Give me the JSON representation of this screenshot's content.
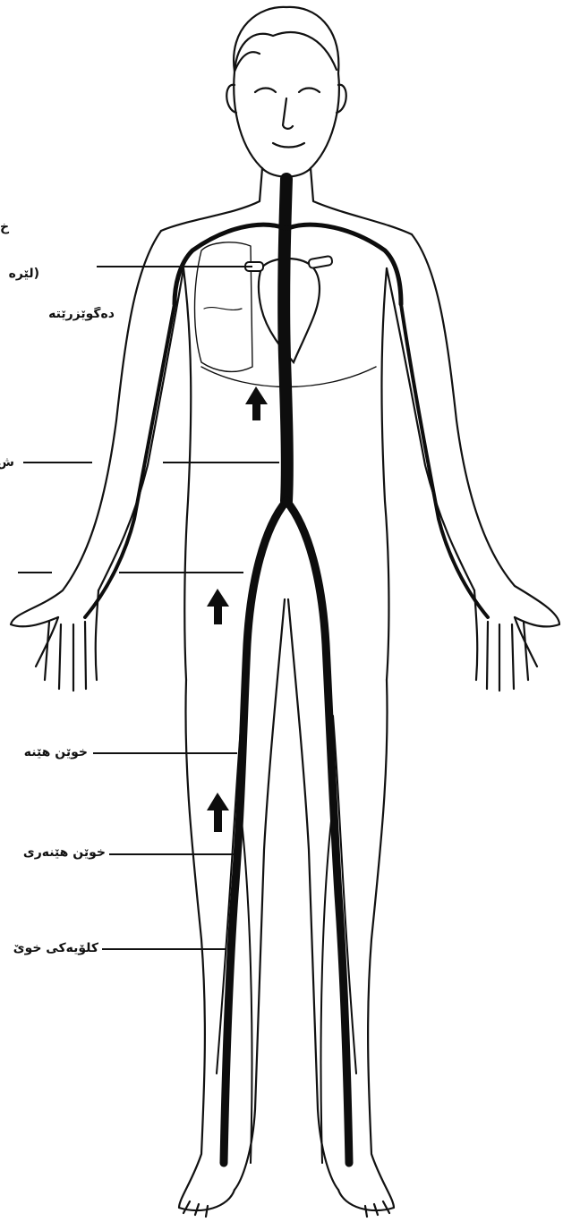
{
  "labels": {
    "top_line1": "خ",
    "top_line2": "(لێرە",
    "top_line3": "دەگوێزرێتە",
    "mid": "ش",
    "vein_a": "خوێن هێنە",
    "vein_b": "خوێن هێنەری",
    "vein_c": "کلۆیەکی خوێ"
  },
  "colors": {
    "line": "#111111",
    "vessel": "#0d0d0d",
    "bg": "#ffffff"
  },
  "icons": [
    "up-arrow-icon"
  ]
}
